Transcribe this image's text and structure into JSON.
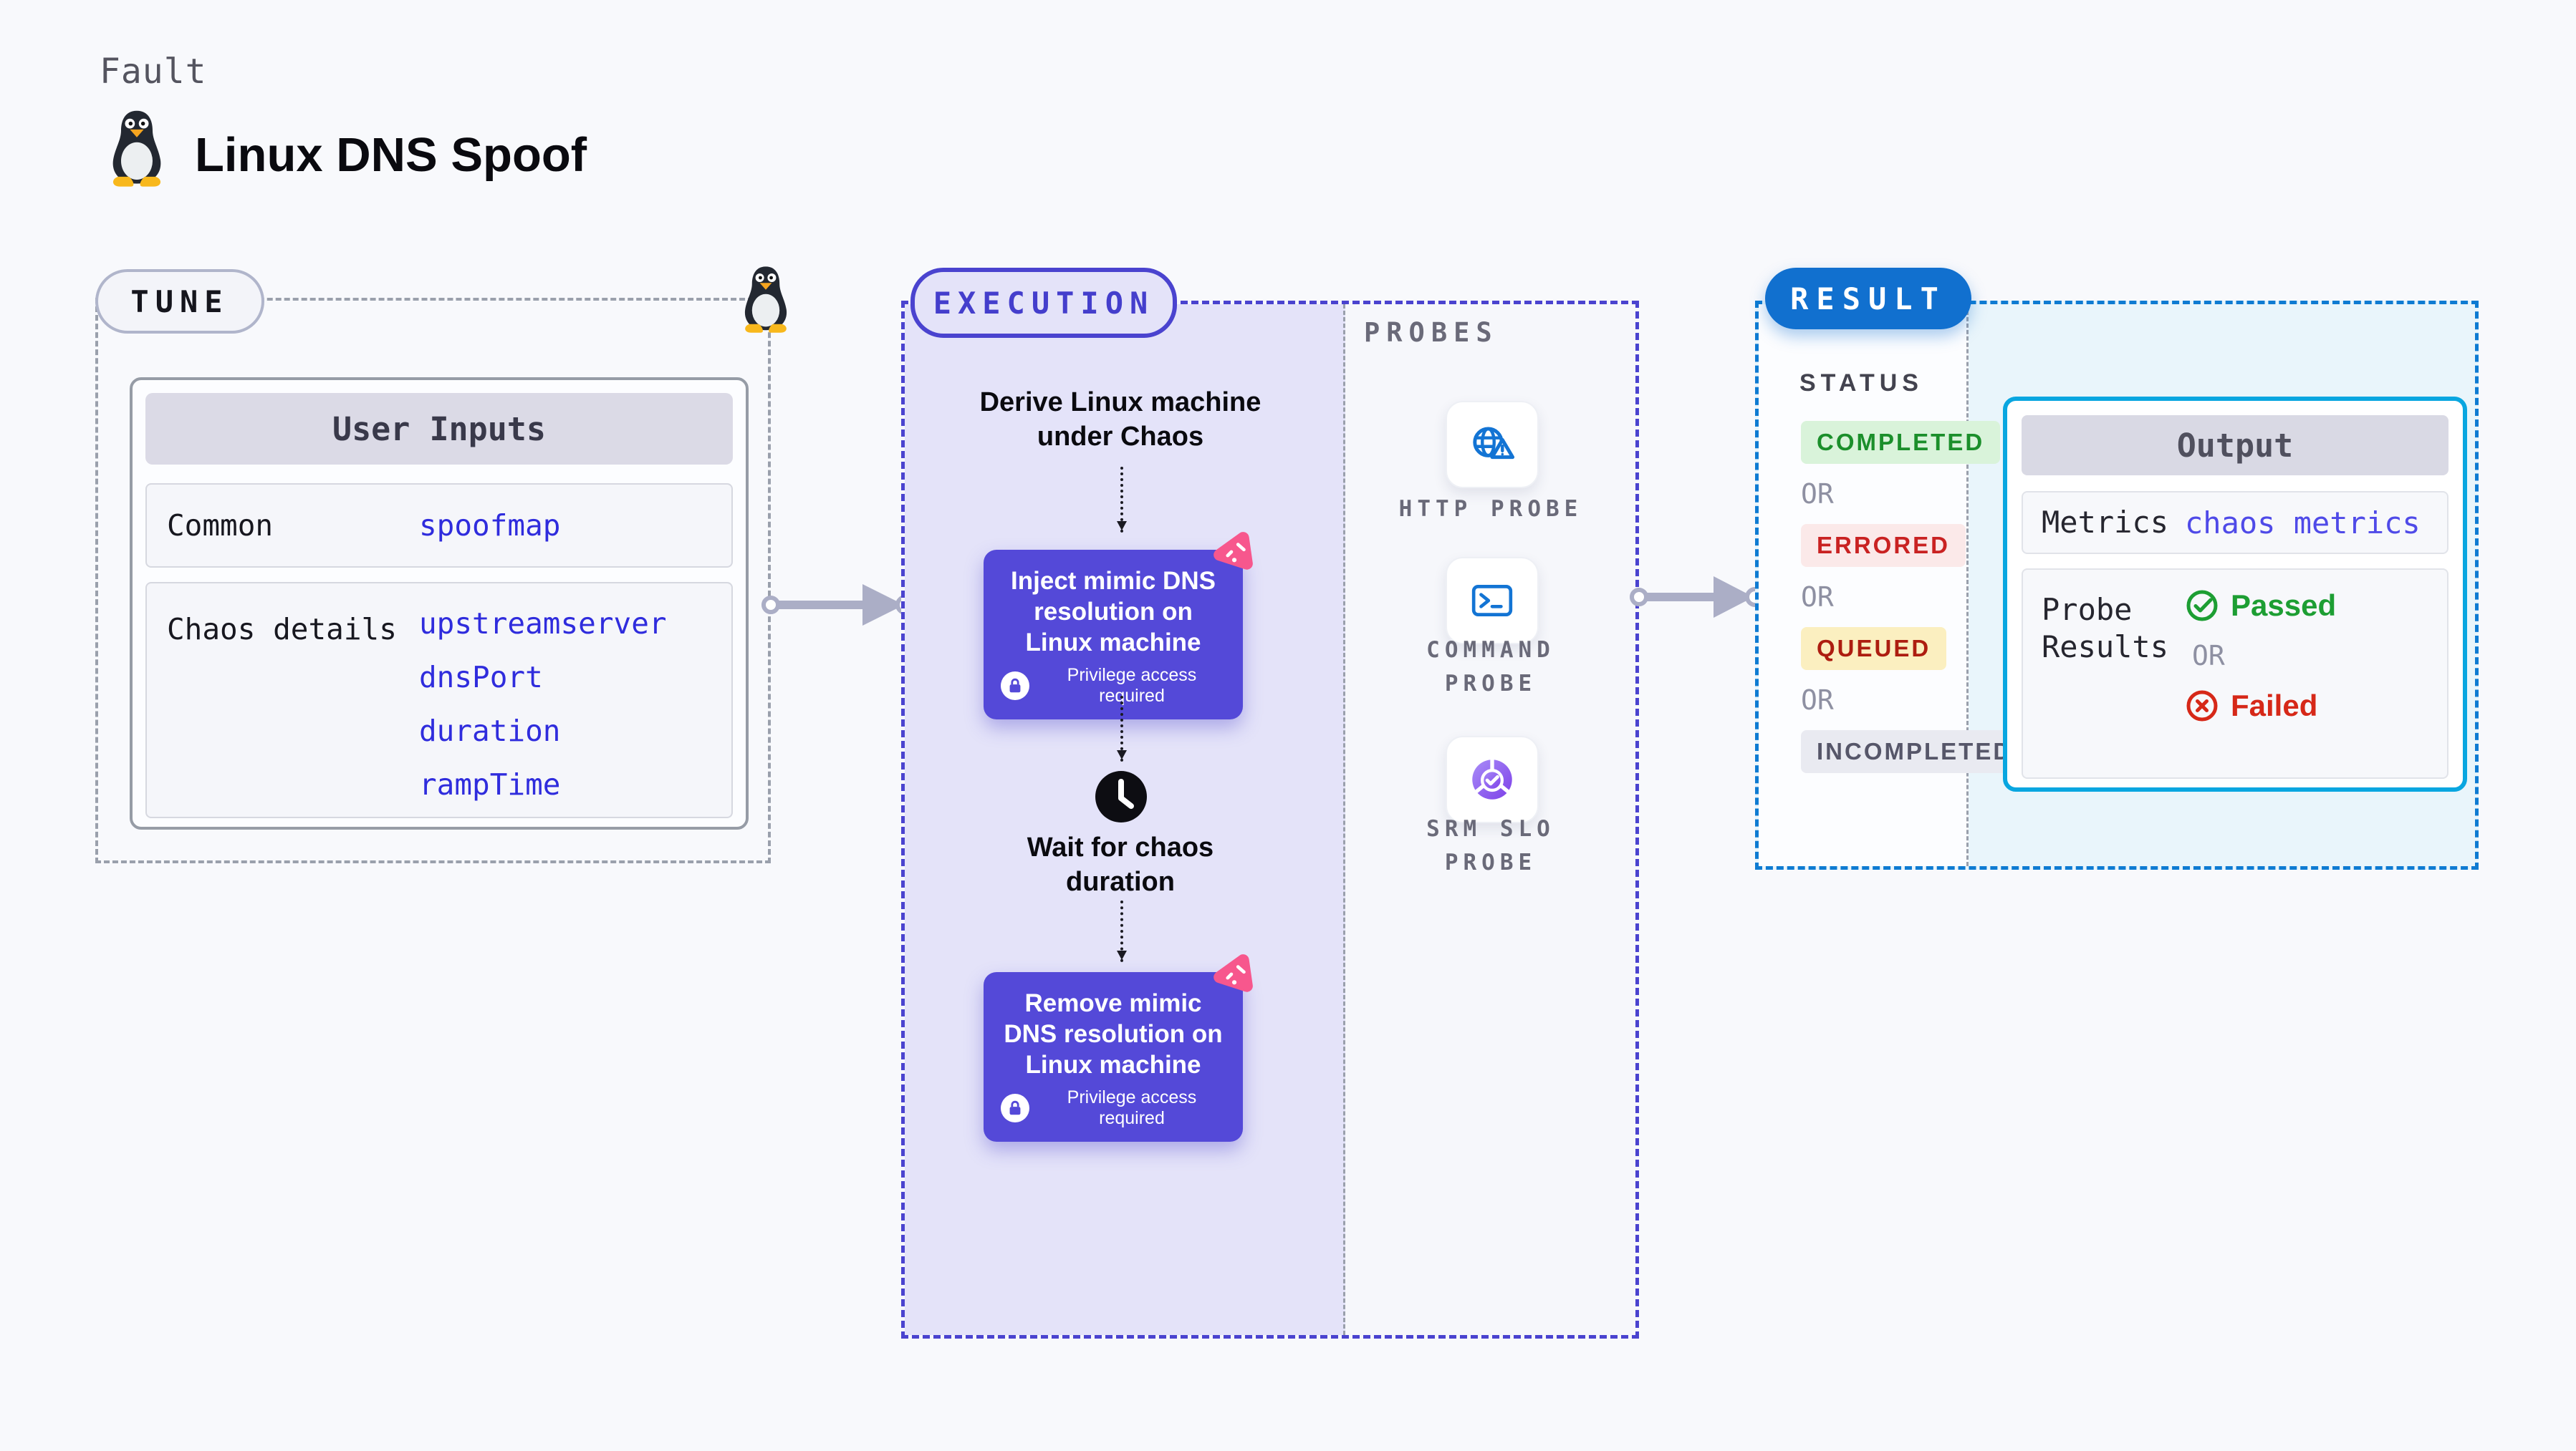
{
  "page": {
    "kicker": "Fault",
    "title": "Linux DNS Spoof"
  },
  "tune": {
    "label": "TUNE",
    "user_inputs": {
      "title": "User Inputs",
      "rows": [
        {
          "label": "Common",
          "links": [
            "spoofmap"
          ]
        },
        {
          "label": "Chaos details",
          "links": [
            "upstreamserver",
            "dnsPort",
            "duration",
            "rampTime"
          ]
        }
      ]
    }
  },
  "execution": {
    "label": "EXECUTION",
    "derive_text": "Derive Linux machine under Chaos",
    "inject_text": "Inject mimic DNS resolution on Linux machine",
    "wait_text": "Wait for chaos duration",
    "remove_text": "Remove mimic DNS resolution on Linux machine",
    "privilege_note": "Privilege access required"
  },
  "probes": {
    "label": "PROBES",
    "items": [
      {
        "name": "HTTP PROBE",
        "icon": "globe-alert-icon"
      },
      {
        "name": "COMMAND PROBE",
        "icon": "terminal-icon"
      },
      {
        "name": "SRM SLO PROBE",
        "icon": "slo-pie-check-icon"
      }
    ]
  },
  "result": {
    "label": "RESULT",
    "status_label": "STATUS",
    "or_label": "OR",
    "statuses": [
      {
        "label": "COMPLETED",
        "fg": "#1b8f2b",
        "bg": "#d9f3da"
      },
      {
        "label": "ERRORED",
        "fg": "#c92222",
        "bg": "#fbe9e9"
      },
      {
        "label": "QUEUED",
        "fg": "#ad1d10",
        "bg": "#fbefc0"
      },
      {
        "label": "INCOMPLETED",
        "fg": "#565669",
        "bg": "#e9eaf1"
      }
    ],
    "output": {
      "title": "Output",
      "metrics_label": "Metrics",
      "metrics_link": "chaos metrics",
      "probe_results_label": "Probe Results",
      "passed": "Passed",
      "failed": "Failed"
    }
  },
  "icons": {
    "penguin": "tux-linux-icon",
    "chaos": "chaos-burst-icon",
    "lock": "lock-icon",
    "clock": "clock-icon",
    "check": "check-circle-icon",
    "cross": "x-circle-icon"
  },
  "colors": {
    "background": "#f8f9fc",
    "indigo_accent": "#4a43cf",
    "node_purple": "#5449d8",
    "result_blue": "#1170cf",
    "output_cyan": "#09a6e0",
    "chaos_pink": "#f7578d",
    "link_blue": "#2f2cdd",
    "passed_green": "#1d9e33",
    "failed_red": "#d62818",
    "execution_bg": "#e4e3f9",
    "result_bg": "#e9f5fb"
  }
}
